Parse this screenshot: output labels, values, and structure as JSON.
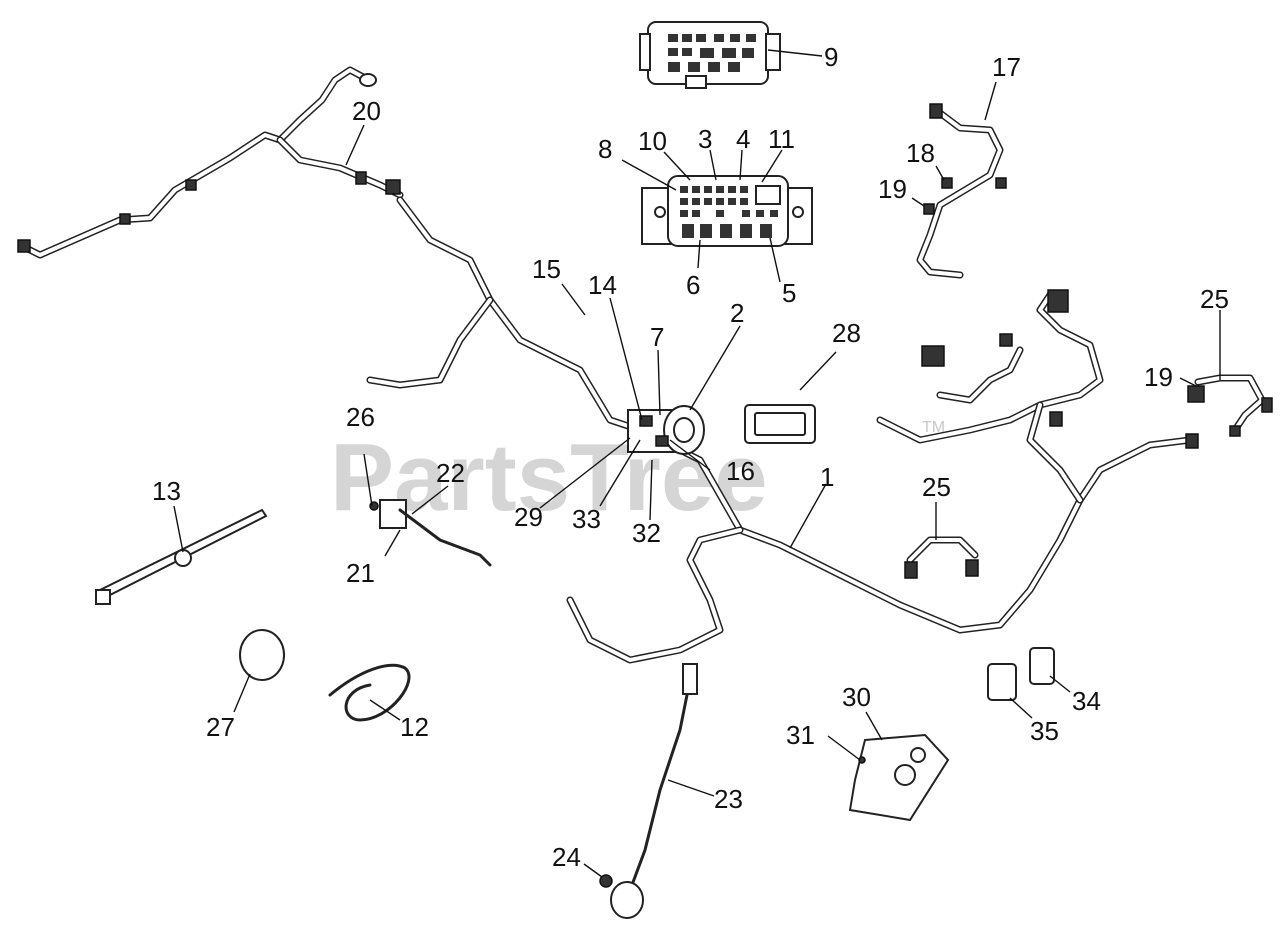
{
  "watermark": {
    "text": "PartsTree",
    "trademark": "TM"
  },
  "callouts": [
    {
      "id": "c9",
      "label": "9"
    },
    {
      "id": "c17",
      "label": "17"
    },
    {
      "id": "c20",
      "label": "20"
    },
    {
      "id": "c8",
      "label": "8"
    },
    {
      "id": "c10",
      "label": "10"
    },
    {
      "id": "c3",
      "label": "3"
    },
    {
      "id": "c4",
      "label": "4"
    },
    {
      "id": "c11",
      "label": "11"
    },
    {
      "id": "c18",
      "label": "18"
    },
    {
      "id": "c19a",
      "label": "19"
    },
    {
      "id": "c6",
      "label": "6"
    },
    {
      "id": "c5",
      "label": "5"
    },
    {
      "id": "c15",
      "label": "15"
    },
    {
      "id": "c14",
      "label": "14"
    },
    {
      "id": "c2",
      "label": "2"
    },
    {
      "id": "c7",
      "label": "7"
    },
    {
      "id": "c28",
      "label": "28"
    },
    {
      "id": "c25a",
      "label": "25"
    },
    {
      "id": "c19b",
      "label": "19"
    },
    {
      "id": "c26",
      "label": "26"
    },
    {
      "id": "c22",
      "label": "22"
    },
    {
      "id": "c13",
      "label": "13"
    },
    {
      "id": "c16",
      "label": "16"
    },
    {
      "id": "c1",
      "label": "1"
    },
    {
      "id": "c29",
      "label": "29"
    },
    {
      "id": "c33",
      "label": "33"
    },
    {
      "id": "c32",
      "label": "32"
    },
    {
      "id": "c25b",
      "label": "25"
    },
    {
      "id": "c21",
      "label": "21"
    },
    {
      "id": "c30",
      "label": "30"
    },
    {
      "id": "c34",
      "label": "34"
    },
    {
      "id": "c31",
      "label": "31"
    },
    {
      "id": "c35",
      "label": "35"
    },
    {
      "id": "c27",
      "label": "27"
    },
    {
      "id": "c12",
      "label": "12"
    },
    {
      "id": "c23",
      "label": "23"
    },
    {
      "id": "c24",
      "label": "24"
    }
  ]
}
